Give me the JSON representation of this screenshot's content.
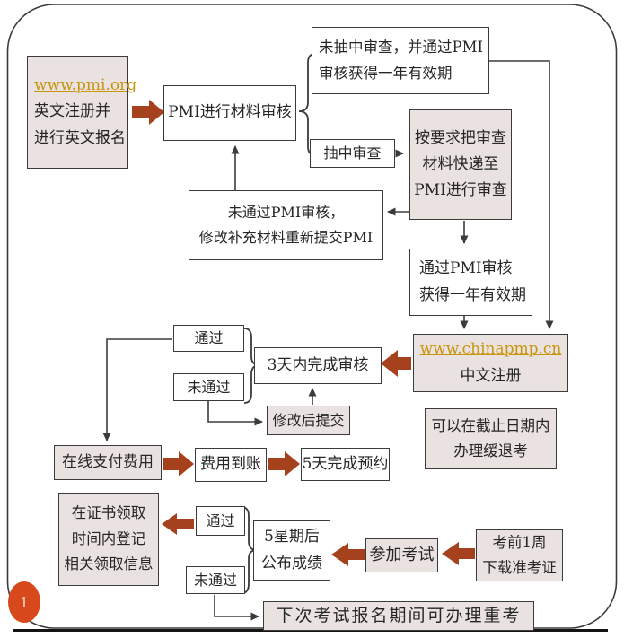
{
  "page": {
    "number": "1"
  },
  "colors": {
    "block_arrow_red": "#A6411E",
    "box_pink": "#EAE1E1",
    "box_white": "#FFFFFF",
    "link_gold": "#C8960E",
    "line_dark": "#3B3B3B",
    "page_circle_orange": "#D7491D"
  },
  "nodes": {
    "pmi_org": {
      "link": "www.pmi.org",
      "line2": "英文注册并",
      "line3": "进行英文报名"
    },
    "pmi_review": {
      "label": "PMI进行材料审核"
    },
    "not_sampled": {
      "line1": "未抽中审查，并通过PMI",
      "line2": "审核获得一年有效期"
    },
    "sampled": {
      "label": "抽中审查"
    },
    "express": {
      "line1": "按要求把审查",
      "line2": "材料快递至",
      "line3": "PMI进行审查"
    },
    "pmi_fail": {
      "line1": "未通过PMI审核，",
      "line2": "修改补充材料重新提交PMI"
    },
    "pmi_pass": {
      "line1": "通过PMI审核",
      "line2": "获得一年有效期"
    },
    "chinapmp": {
      "link": "www.chinapmp.cn",
      "line2": "中文注册"
    },
    "defer": {
      "line1": "可以在截止日期内",
      "line2": "办理缓退考"
    },
    "review3": {
      "label": "3天内完成审核"
    },
    "pass1": {
      "label": "通过"
    },
    "fail1": {
      "label": "未通过"
    },
    "resubmit": {
      "label": "修改后提交"
    },
    "pay": {
      "label": "在线支付费用"
    },
    "received": {
      "label": "费用到账"
    },
    "book5": {
      "label": "5天完成预约"
    },
    "cert": {
      "line1": "在证书领取",
      "line2": "时间内登记",
      "line3": "相关领取信息"
    },
    "pass2": {
      "label": "通过"
    },
    "fail2": {
      "label": "未通过"
    },
    "results": {
      "line1": "5星期后",
      "line2": "公布成绩"
    },
    "exam": {
      "label": "参加考试"
    },
    "ticket": {
      "line1": "考前1周",
      "line2": "下载准考证"
    },
    "retake": {
      "label": "下次考试报名期间可办理重考"
    }
  }
}
